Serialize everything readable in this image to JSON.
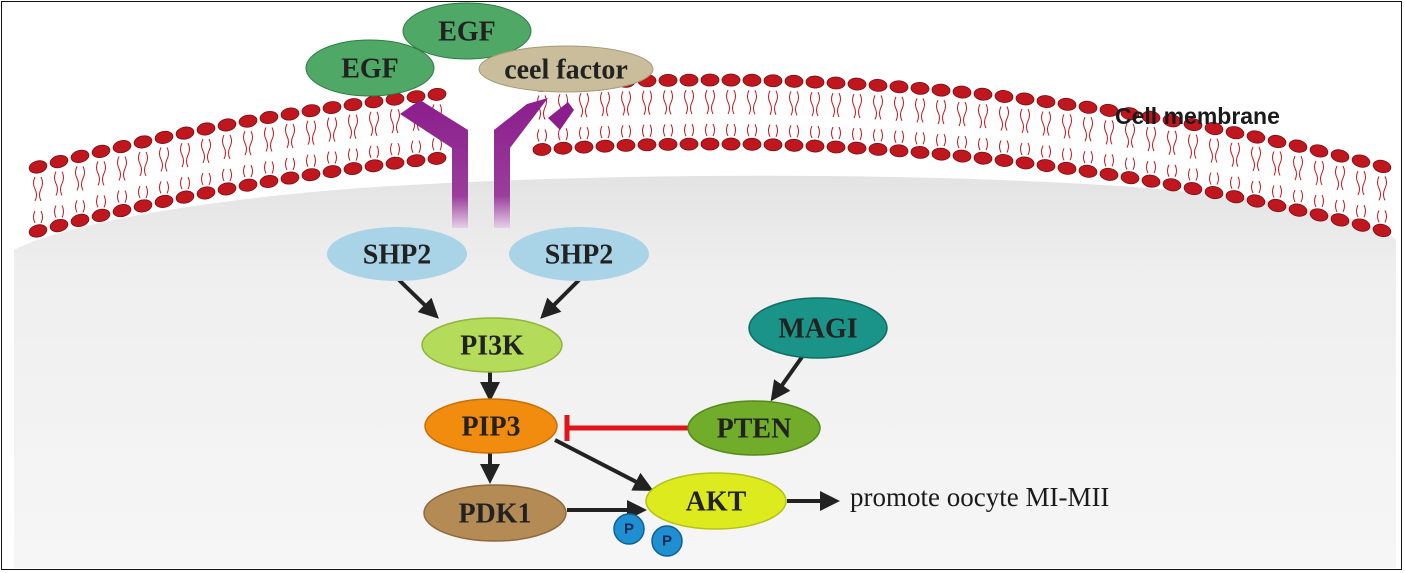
{
  "membrane_label": "Cell membrane",
  "ligands": [
    {
      "id": "egf1",
      "label": "EGF"
    },
    {
      "id": "egf2",
      "label": "EGF"
    },
    {
      "id": "cell-factor",
      "label": "ceel factor"
    }
  ],
  "nodes": [
    {
      "id": "shp2-left",
      "label": "SHP2"
    },
    {
      "id": "shp2-right",
      "label": "SHP2"
    },
    {
      "id": "pi3k",
      "label": "PI3K"
    },
    {
      "id": "pip3",
      "label": "PIP3"
    },
    {
      "id": "pdk1",
      "label": "PDK1"
    },
    {
      "id": "akt",
      "label": "AKT"
    },
    {
      "id": "magi",
      "label": "MAGI"
    },
    {
      "id": "pten",
      "label": "PTEN"
    }
  ],
  "phospho": [
    "P",
    "P"
  ],
  "outcome": "promote oocyte MI-MII",
  "edges": [
    {
      "from": "shp2-left",
      "to": "pi3k",
      "type": "activate"
    },
    {
      "from": "shp2-right",
      "to": "pi3k",
      "type": "activate"
    },
    {
      "from": "pi3k",
      "to": "pip3",
      "type": "activate"
    },
    {
      "from": "pip3",
      "to": "pdk1",
      "type": "activate"
    },
    {
      "from": "pip3",
      "to": "akt",
      "type": "activate"
    },
    {
      "from": "pdk1",
      "to": "akt",
      "type": "activate"
    },
    {
      "from": "magi",
      "to": "pten",
      "type": "activate"
    },
    {
      "from": "pten",
      "to": "pip3",
      "type": "inhibit"
    },
    {
      "from": "akt",
      "to": "outcome",
      "type": "activate"
    }
  ],
  "colors": {
    "egf": "#4fa866",
    "cell_factor": "#c9bd9b",
    "receptor": "#8b1d8c",
    "lipid_head": "#c0161d",
    "shp2": "#a9d4e8",
    "pi3k": "#b5db5b",
    "pip3": "#f28c0f",
    "pdk1": "#b58b55",
    "akt": "#dcea1e",
    "magi": "#1a9388",
    "pten": "#71ad2a",
    "phospho": "#1e8fd0",
    "inhibit": "#e0141a",
    "arrow": "#222222",
    "cytoplasm": "#efefef"
  }
}
